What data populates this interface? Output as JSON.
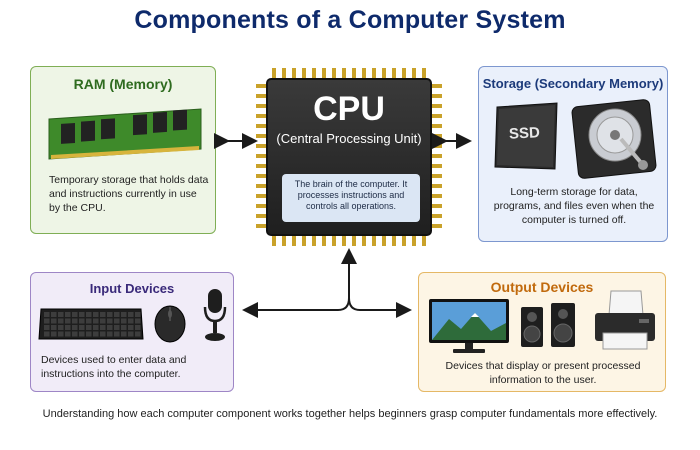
{
  "title": "Components of a Computer System",
  "ram": {
    "title": "RAM (Memory)",
    "description": "Temporary storage that holds data and instructions currently in use by the CPU."
  },
  "cpu": {
    "title": "CPU",
    "subtitle": "(Central Processing Unit)",
    "description": "The brain of the computer. It processes instructions and controls all operations."
  },
  "storage": {
    "title": "Storage (Secondary Memory)",
    "ssd_label": "SSD",
    "description": "Long-term storage for data, programs, and files even when the computer is turned off."
  },
  "input": {
    "title": "Input Devices",
    "description": "Devices used to enter data and instructions into the computer."
  },
  "output": {
    "title": "Output Devices",
    "description": "Devices that display or present processed information to the user."
  },
  "footer": "Understanding how each computer component works together helps beginners grasp computer fundamentals more effectively.",
  "colors": {
    "title": "#0e2a6b",
    "ram_border": "#7fae55",
    "storage_border": "#7d97cf",
    "input_border": "#9e86c6",
    "output_border": "#e5b866"
  }
}
